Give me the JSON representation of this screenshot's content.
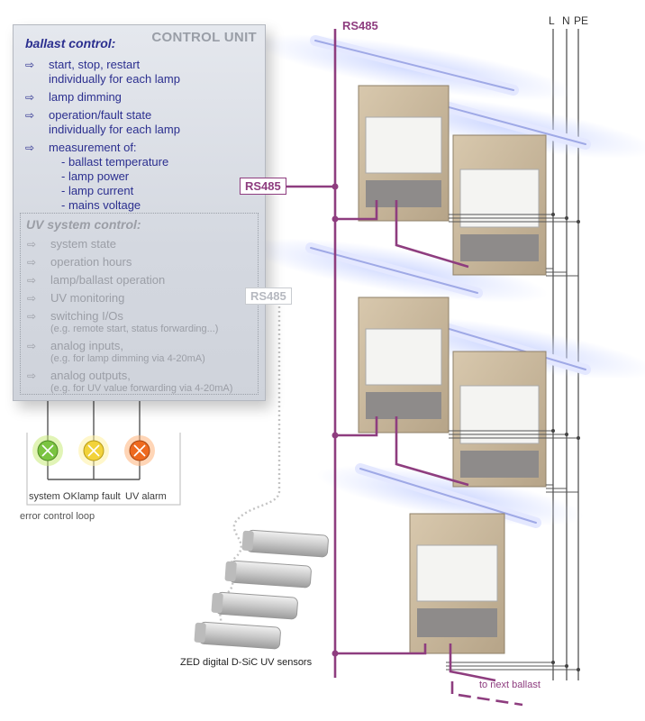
{
  "control_unit": {
    "title": "CONTROL UNIT",
    "ballast_control": {
      "heading": "ballast control:",
      "items": [
        {
          "lines": [
            "start, stop, restart",
            "individually for each lamp"
          ]
        },
        {
          "lines": [
            "lamp dimming"
          ]
        },
        {
          "lines": [
            "operation/fault state",
            "individually for each lamp"
          ]
        },
        {
          "lines": [
            "measurement of:"
          ]
        }
      ],
      "measurements": [
        "- ballast temperature",
        "- lamp power",
        "- lamp current",
        "- mains voltage"
      ]
    },
    "uv_system_control": {
      "heading": "UV system control:",
      "items": [
        {
          "main": "system state",
          "detail": ""
        },
        {
          "main": "operation hours",
          "detail": ""
        },
        {
          "main": "lamp/ballast operation",
          "detail": ""
        },
        {
          "main": "UV monitoring",
          "detail": ""
        },
        {
          "main": "switching I/Os",
          "detail": "(e.g. remote start, status forwarding...)"
        },
        {
          "main": "analog inputs,",
          "detail": "(e.g. for lamp dimming via 4-20mA)"
        },
        {
          "main": "analog outputs,",
          "detail": "(e.g. for UV value forwarding via 4-20mA)"
        }
      ]
    }
  },
  "bus": {
    "top_label": "RS485",
    "tag_label": "RS485",
    "sensor_tag_label": "RS485"
  },
  "mains": [
    "L",
    "N",
    "PE"
  ],
  "indicators": [
    {
      "label": "system OK",
      "color": "#7bc441"
    },
    {
      "label": "lamp fault",
      "color": "#f2d23a"
    },
    {
      "label": "UV alarm",
      "color": "#ee6a1f"
    }
  ],
  "error_loop_label": "error control loop",
  "sensors_label": "ZED digital D-SiC UV sensors",
  "next_ballast_label": "to next ballast",
  "colors": {
    "bus": "#8e3d7f",
    "ballast_heading": "#2b2f8f",
    "uv_text": "#9b9ea6"
  }
}
